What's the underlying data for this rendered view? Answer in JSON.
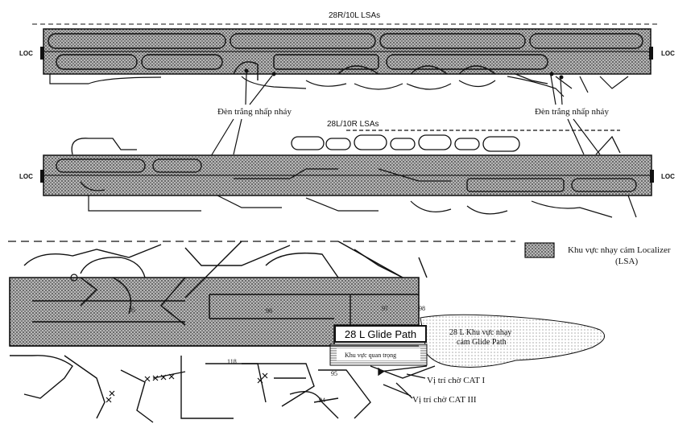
{
  "titles": {
    "top_runway": "28R/10L LSAs",
    "middle_runway": "28L/10R LSAs"
  },
  "loc_labels": {
    "top_left": "LOC",
    "top_right": "LOC",
    "mid_left": "LOC",
    "mid_right": "LOC"
  },
  "callouts": {
    "flash_left": "Đèn trắng nhấp nháy",
    "flash_right": "Đèn trắng nhấp nháy",
    "cat1": "Vị trí chờ CAT I",
    "cat3": "Vị trí chờ CAT III"
  },
  "legend": {
    "label_line1": "Khu vực nhạy cảm Localizer",
    "label_line2": "(LSA)"
  },
  "detail": {
    "glide_path": "28 L Glide Path",
    "critical_area": "Khu vực quan trọng",
    "glide_sensitive_line1": "28 L Khu vực nhạy",
    "glide_sensitive_line2": "cảm Glide Path",
    "taxiway_numbers": [
      "95",
      "96",
      "97",
      "98",
      "118",
      "95",
      "94"
    ]
  }
}
